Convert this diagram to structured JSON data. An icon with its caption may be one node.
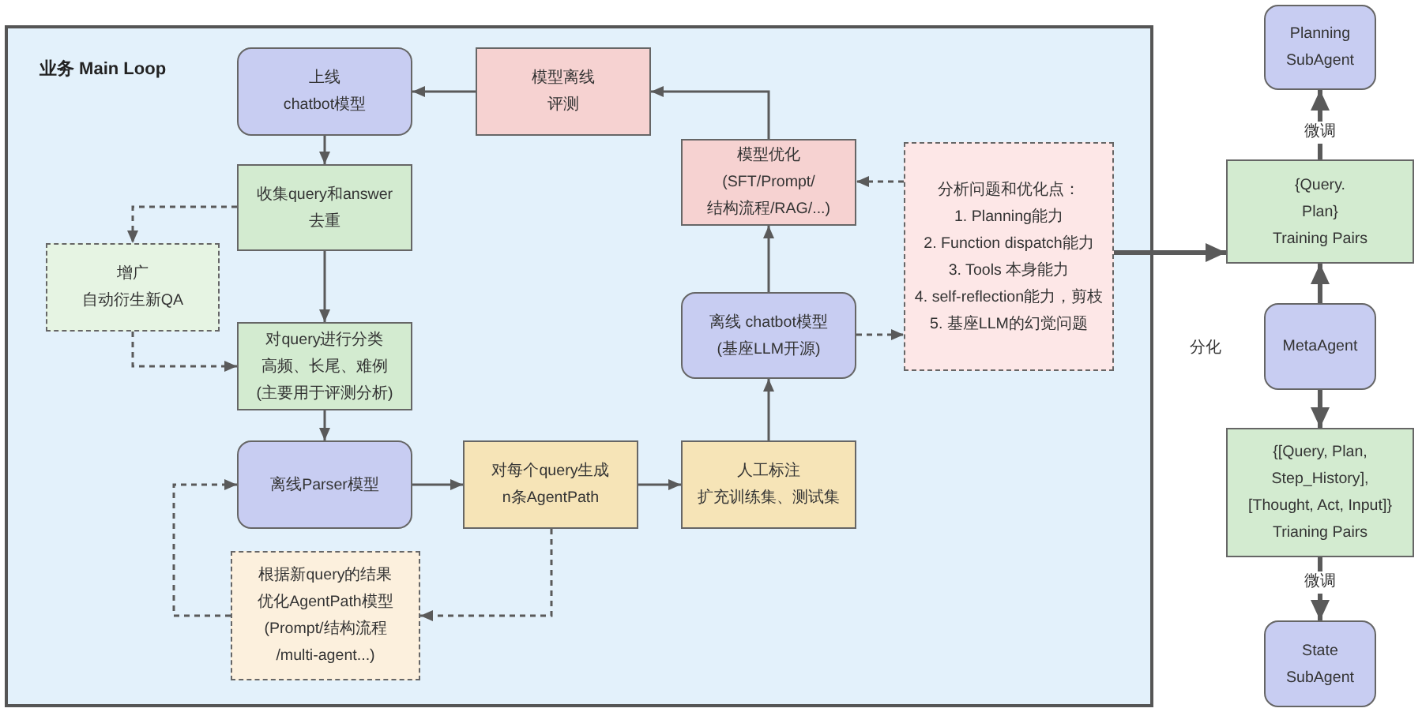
{
  "diagram": {
    "nodes": [
      {
        "text": [
          "业务 Main Loop"
        ]
      },
      {
        "text": [
          "上线",
          "chatbot模型"
        ],
        "in": 0
      },
      {
        "text": [
          "模型离线评测"
        ],
        "in": 0
      },
      {
        "text": [
          "收集query和answer",
          "去重"
        ],
        "in": 0
      },
      {
        "text": [
          "增广",
          "自动衍生新QA"
        ],
        "in": 0
      },
      {
        "text": [
          "对query进行分类",
          "高频、长尾、难例",
          "(主要用于评测分析)"
        ],
        "in": 0
      },
      {
        "text": [
          "离线Parser模型"
        ],
        "in": 0
      },
      {
        "text": [
          "对每个query生成",
          "n条AgentPath"
        ],
        "in": 0
      },
      {
        "text": [
          "人工标注",
          "扩充训练集、测试集"
        ],
        "in": 0
      },
      {
        "text": [
          "离线 chatbot模型",
          "(基座LLM开源)"
        ],
        "in": 0
      },
      {
        "text": [
          "模型优化",
          "(SFT/Prompt/",
          "结构流程/RAG/...)"
        ],
        "in": 0
      },
      {
        "text": [
          "分析问题和优化点：",
          "1. Planning能力",
          "2. Function dispatch能力",
          "3. Tools 本身能力",
          "4. self-reflection能力，剪枝",
          "5. 基座LLM的幻觉问题"
        ],
        "in": 0
      },
      {
        "text": [
          "根据新query的结果优化AgentPath模型",
          "(Prompt/结构流程",
          "/multi-agent...)"
        ],
        "in": 0
      },
      {
        "text": [
          "Planning SubAgent"
        ]
      },
      {
        "text": [
          "{Query. Plan}",
          "Training Pairs"
        ]
      },
      {
        "text": [
          "MetaAgent"
        ]
      },
      {
        "text": [
          "{[Query, Plan, Step_History], [Thought, Act, Input]}",
          "Trianing Pairs"
        ]
      },
      {
        "text": [
          "State SubAgent"
        ]
      }
    ],
    "edges": [
      {
        "from": 2,
        "to": 1,
        "arrow": "to"
      },
      {
        "from": 1,
        "to": 3,
        "arrow": "to"
      },
      {
        "from": 3,
        "to": 4,
        "arrow": "to",
        "style": "dashed"
      },
      {
        "from": 3,
        "to": 5,
        "arrow": "to"
      },
      {
        "from": 4,
        "to": 5,
        "arrow": "to",
        "style": "dashed"
      },
      {
        "from": 5,
        "to": 6,
        "arrow": "to"
      },
      {
        "from": 6,
        "to": 7,
        "arrow": "to"
      },
      {
        "from": 7,
        "to": 8,
        "arrow": "to"
      },
      {
        "from": 8,
        "to": 9,
        "arrow": "to"
      },
      {
        "from": 9,
        "to": 10,
        "arrow": "to"
      },
      {
        "from": 10,
        "to": 2,
        "arrow": "to"
      },
      {
        "from": 11,
        "to": 10,
        "arrow": "to",
        "style": "dashed"
      },
      {
        "from": 9,
        "to": 11,
        "arrow": "to",
        "style": "dashed"
      },
      {
        "from": 7,
        "to": 12,
        "arrow": "to",
        "style": "dashed"
      },
      {
        "from": 12,
        "to": 6,
        "arrow": "to",
        "style": "dashed"
      },
      {
        "from": 11,
        "to": 14,
        "arrow": "to",
        "style": "thick"
      },
      {
        "from": 14,
        "to": 13,
        "arrow": "to",
        "label": "微调",
        "style": "thick"
      },
      {
        "from": 15,
        "to": 14,
        "arrow": "to",
        "style": "thick"
      },
      {
        "from": 15,
        "to": 16,
        "arrow": "to",
        "style": "thick"
      },
      {
        "from": 16,
        "to": 17,
        "arrow": "to",
        "label": "微调",
        "style": "thick"
      }
    ],
    "labels": [
      "分化"
    ]
  }
}
